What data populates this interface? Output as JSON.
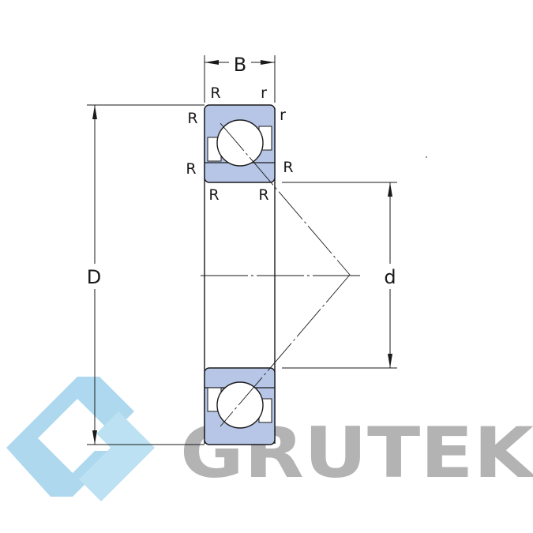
{
  "diagram": {
    "labels": {
      "width": "B",
      "outer_diameter": "D",
      "bore_diameter": "d",
      "radius_upper": "R",
      "radius_lower": "r"
    }
  },
  "watermark": {
    "text": "GRUTEK"
  },
  "colors": {
    "ring_fill": "#b7c6e6",
    "line": "#1a1a1a",
    "watermark_text": "#b3b3b3",
    "watermark_logo": "#a9d6ee"
  }
}
